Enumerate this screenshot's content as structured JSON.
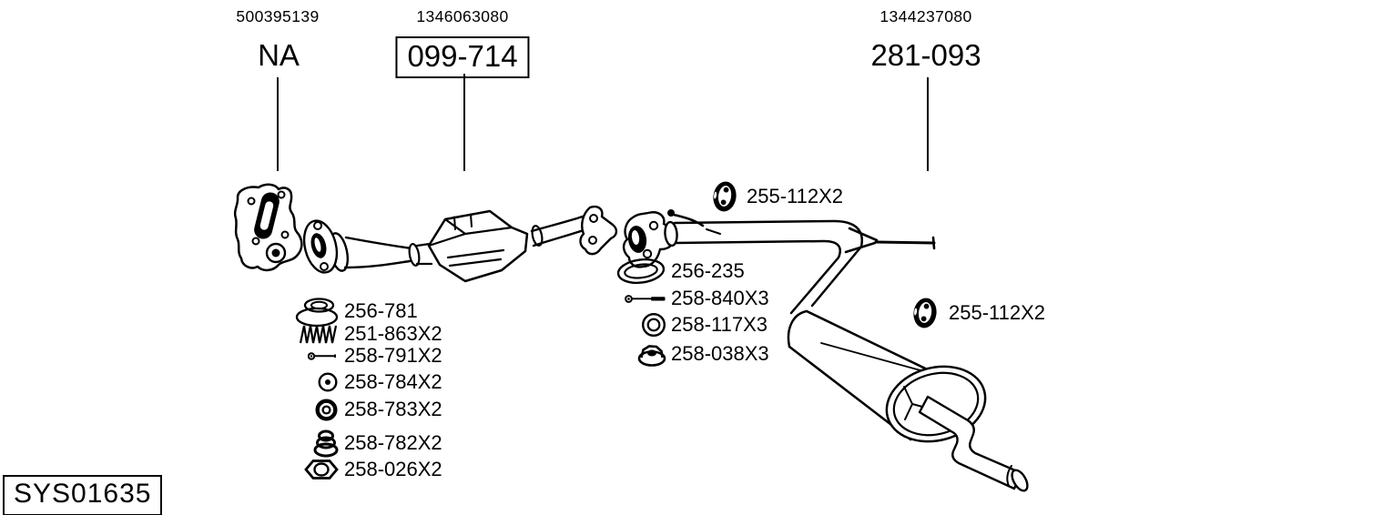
{
  "colors": {
    "ink": "#000000",
    "background": "#ffffff"
  },
  "top_labels": [
    {
      "oe_number": "500395139",
      "part_number": "NA",
      "boxed": false
    },
    {
      "oe_number": "1346063080",
      "part_number": "099-714",
      "boxed": true
    },
    {
      "oe_number": "1344237080",
      "part_number": "281-093",
      "boxed": false
    }
  ],
  "left_parts": [
    {
      "part_number": "256-781",
      "icon": "cone-gasket-icon"
    },
    {
      "part_number": "251-863X2",
      "icon": "spring-icon"
    },
    {
      "part_number": "258-791X2",
      "icon": "small-bolt-icon"
    },
    {
      "part_number": "258-784X2",
      "icon": "washer-icon"
    },
    {
      "part_number": "258-783X2",
      "icon": "thick-ring-icon"
    },
    {
      "part_number": "258-782X2",
      "icon": "grommet-icon"
    },
    {
      "part_number": "258-026X2",
      "icon": "hex-nut-icon"
    }
  ],
  "middle_parts": [
    {
      "part_number": "256-235",
      "icon": "ring-gasket-icon"
    },
    {
      "part_number": "258-840X3",
      "icon": "long-bolt-icon"
    },
    {
      "part_number": "258-117X3",
      "icon": "flat-washer-icon"
    },
    {
      "part_number": "258-038X3",
      "icon": "flange-nut-icon"
    }
  ],
  "hangers": [
    {
      "part_number": "255-112X2",
      "icon": "rubber-hanger-icon"
    },
    {
      "part_number": "255-112X2",
      "icon": "rubber-hanger-icon"
    }
  ],
  "footer": {
    "system_code": "SYS01635"
  }
}
